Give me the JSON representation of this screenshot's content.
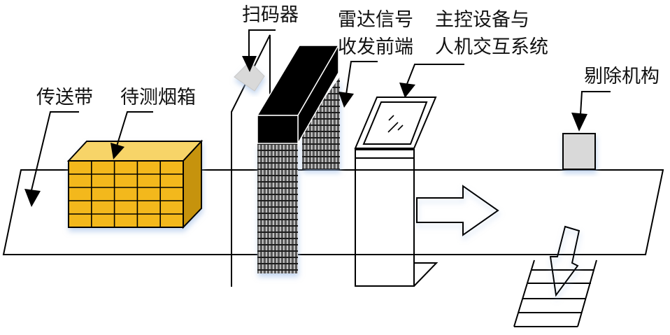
{
  "diagram": {
    "title": "",
    "labels": {
      "conveyor": "传送带",
      "carton": "待测烟箱",
      "scanner": "扫码器",
      "radar_line1": "雷达信号",
      "radar_line2": "收发前端",
      "control_line1": "主控设备与",
      "control_line2": "人机交互系统",
      "rejector": "剔除机构"
    },
    "carton_grid": {
      "rows": 5,
      "cols": 5
    },
    "colors": {
      "carton_front": "#F3B81D",
      "carton_top": "#F7D467",
      "carton_side": "#C6930E",
      "radar_head": "#000000",
      "radar_panel": "#555555",
      "scanner": "#D9D9D9",
      "rejector": "#D9D9D9",
      "line": "#000000",
      "shadow": "#BFD3EE"
    }
  }
}
